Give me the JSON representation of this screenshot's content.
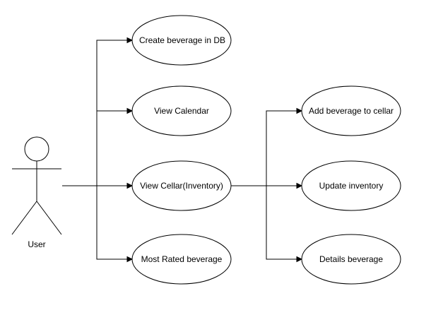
{
  "diagram": {
    "actor": {
      "label": "User"
    },
    "use_cases": [
      {
        "id": "create",
        "label": "Create beverage in DB"
      },
      {
        "id": "calendar",
        "label": "View Calendar"
      },
      {
        "id": "cellar",
        "label": "View Cellar(Inventory)"
      },
      {
        "id": "rated",
        "label": "Most Rated beverage"
      },
      {
        "id": "add",
        "label": "Add beverage to cellar"
      },
      {
        "id": "update",
        "label": "Update inventory"
      },
      {
        "id": "details",
        "label": "Details beverage"
      }
    ],
    "connections": [
      {
        "from": "actor",
        "to": "create"
      },
      {
        "from": "actor",
        "to": "calendar"
      },
      {
        "from": "actor",
        "to": "cellar"
      },
      {
        "from": "actor",
        "to": "rated"
      },
      {
        "from": "cellar",
        "to": "add"
      },
      {
        "from": "cellar",
        "to": "update"
      },
      {
        "from": "cellar",
        "to": "details"
      }
    ],
    "colors": {
      "stroke": "#000000",
      "fill": "#ffffff",
      "background": "#ffffff"
    }
  }
}
